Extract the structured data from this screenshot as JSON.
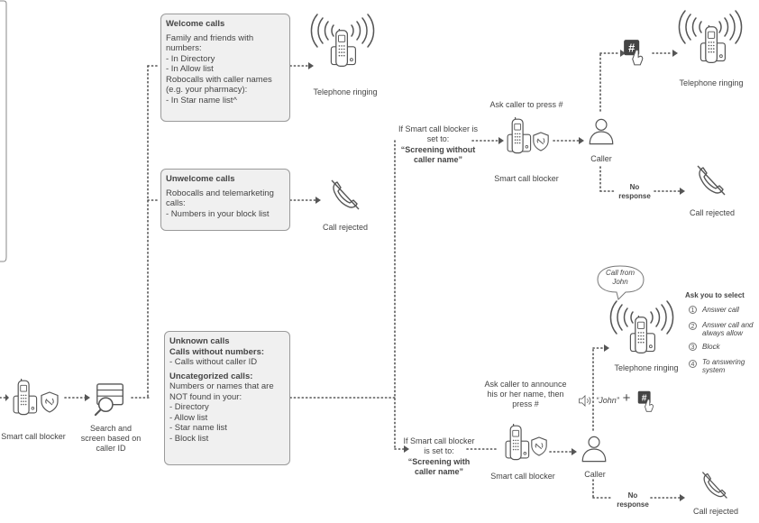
{
  "left": {
    "blocker_label": "Smart call blocker",
    "search_label": "Search and screen based on caller ID"
  },
  "welcome": {
    "title": "Welcome calls",
    "lines": [
      "Family and friends with numbers:",
      "- In Directory",
      "- In Allow list",
      "Robocalls with caller names (e.g. your pharmacy):",
      "- In Star name list^"
    ],
    "result": "Telephone ringing"
  },
  "unwelcome": {
    "title": "Unwelcome calls",
    "lines": [
      "Robocalls and telemarketing calls:",
      "- Numbers in your block list"
    ],
    "result": "Call rejected"
  },
  "unknown": {
    "title": "Unknown calls",
    "title2": "Calls without numbers:",
    "line1": "- Calls without caller ID",
    "title3": "Uncategorized calls:",
    "lines": [
      "Numbers or names that are NOT found in your:",
      "- Directory",
      "- Allow list",
      "- Star name list",
      "- Block list"
    ]
  },
  "top_branch": {
    "condition_prefix": "If Smart call blocker is set to:",
    "condition_mode": "“Screening without caller name”",
    "ask": "Ask caller to press #",
    "blocker_label": "Smart call blocker",
    "caller": "Caller",
    "ringing": "Telephone ringing",
    "no_response": "No response",
    "rejected": "Call rejected",
    "key": "#"
  },
  "bottom_branch": {
    "condition_prefix": "If Smart call blocker is set to:",
    "condition_mode": "“Screening with caller name”",
    "ask": "Ask caller to announce his or her name, then press #",
    "blocker_label": "Smart call blocker",
    "caller": "Caller",
    "announce": "“John”",
    "plus": "+",
    "key": "#",
    "ringing": "Telephone ringing",
    "bubble": "Call from John",
    "no_response": "No response",
    "rejected": "Call rejected",
    "ask_select_title": "Ask you to select",
    "options": [
      {
        "num": "1",
        "label": "Answer call"
      },
      {
        "num": "2",
        "label": "Answer call and always allow"
      },
      {
        "num": "3",
        "label": "Block"
      },
      {
        "num": "4",
        "label": "To answering system"
      }
    ]
  }
}
